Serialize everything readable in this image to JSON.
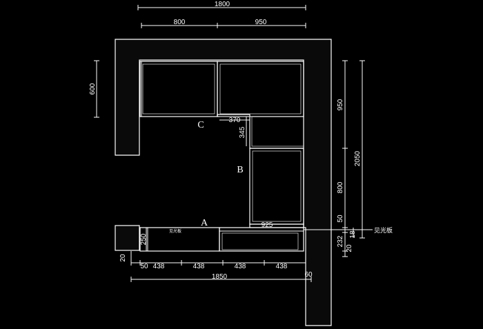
{
  "dimensions": {
    "top_total": "1800",
    "top_left": "800",
    "top_right": "950",
    "left_side": "600",
    "right_upper": "950",
    "right_lower": "800",
    "right_total": "2050",
    "inner_horizontal": "370",
    "inner_vertical": "345",
    "inner_bottom": "925",
    "right_50": "50",
    "right_18": "18",
    "right_232": "232",
    "right_20": "20",
    "left_250": "250",
    "left_20": "20",
    "bottom_segments": [
      "50",
      "438",
      "438",
      "438",
      "438"
    ],
    "bottom_total": "1850",
    "bottom_right": "60"
  },
  "labels": {
    "zone_a": "A",
    "zone_b": "B",
    "zone_c": "C",
    "panel_note": "见光板",
    "cabinet_note": "见光板"
  },
  "colors": {
    "background": "#000000",
    "lines": "#ffffff",
    "wall_fill": "#0a0a0a"
  }
}
